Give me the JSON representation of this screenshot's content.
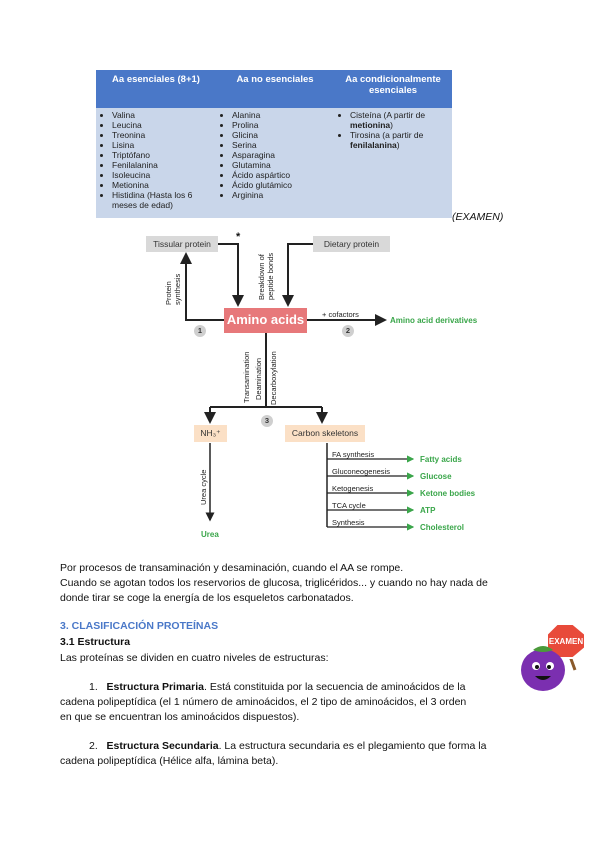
{
  "table": {
    "headers": [
      "Aa esenciales (8+1)",
      "Aa no esenciales",
      "Aa condicionalmente esenciales"
    ],
    "essential": [
      "Valina",
      "Leucina",
      "Treonina",
      "Lisina",
      "Triptófano",
      "Fenilalanina",
      "Isoleucina",
      "Metionina",
      "Histidina (Hasta los 6 meses de edad)"
    ],
    "non_essential": [
      "Alanina",
      "Prolina",
      "Glicina",
      "Serina",
      "Asparagina",
      "Glutamina",
      "Ácido aspártico",
      "Ácido glutámico",
      "Arginina"
    ],
    "conditional": [
      {
        "text": "Cisteína (A partir de ",
        "bold": "metionina",
        "end": ")"
      },
      {
        "text": "Tirosina (a partir de ",
        "bold": "fenilalanina",
        "end": ")"
      }
    ]
  },
  "examen_note": "(EXAMEN)",
  "diagram": {
    "tissular": "Tissular protein",
    "dietary": "Dietary protein",
    "asterisk": "*",
    "amino_acids": "Amino acids",
    "protein_synthesis": [
      "Protein",
      "synthesis"
    ],
    "breakdown": [
      "Breakdown of",
      "peptide bonds"
    ],
    "cofactors": "+ cofactors",
    "derivatives": "Amino acid derivatives",
    "transamination": "Transamination",
    "deamination": "Deamination",
    "decarboxylation": "Decarboxylation",
    "nh3": "NH₃⁺",
    "carbon_skeletons": "Carbon skeletons",
    "urea_cycle": "Urea cycle",
    "urea": "Urea",
    "n1": "1",
    "n2": "2",
    "n3": "3",
    "pathways": [
      {
        "label": "FA synthesis",
        "product": "Fatty acids"
      },
      {
        "label": "Gluconeogenesis",
        "product": "Glucose"
      },
      {
        "label": "Ketogenesis",
        "product": "Ketone bodies"
      },
      {
        "label": "TCA cycle",
        "product": "ATP"
      },
      {
        "label": "Synthesis",
        "product": "Cholesterol"
      }
    ]
  },
  "text": {
    "p1": "Por procesos de transaminación y desaminación, cuando el AA se rompe.",
    "p2a": "Cuando se agotan todos los reservorios de glucosa, triglicéridos... y cuando no hay nada de",
    "p2b": "donde tirar se coge la energía de los esqueletos carbonatados.",
    "h3": "3. CLASIFICACIÓN PROTEÍNAS",
    "h31": "3.1 Estructura",
    "p3": "Las proteínas se dividen en cuatro niveles de estructuras:",
    "item1_num": "1.",
    "item1_bold": "Estructura Primaria",
    "item1_a": ". Está constituida por la secuencia de aminoácidos de la",
    "item1_b": "cadena polipeptídica (el 1 número de aminoácidos, el 2 tipo de aminoácidos, el 3 orden",
    "item1_c": "en que se encuentran los aminoácidos dispuestos).",
    "item2_num": "2.",
    "item2_bold": "Estructura Secundaria",
    "item2_a": ". La estructura secundaria es el plegamiento que forma la",
    "item2_b": "cadena polipeptídica (Hélice alfa, lámina beta).",
    "sticker": "EXAMEN"
  }
}
